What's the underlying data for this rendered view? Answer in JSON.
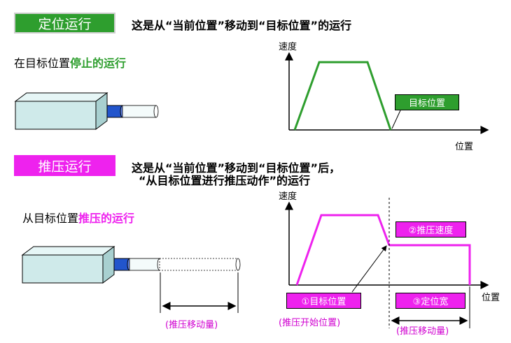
{
  "colors": {
    "green": "#2e9e2e",
    "magenta": "#ee22ee",
    "gray_bg": "#d9d9d9",
    "cylinder": "#cfeaea",
    "rod": "#2255cc"
  },
  "section1": {
    "tag": "定位运行",
    "description": "这是从“当前位置”移动到“目标位置”的运行",
    "subtitle_prefix": "在目标位置",
    "subtitle_highlight": "停止的运行",
    "chart": {
      "y_label": "速度",
      "x_label": "位置",
      "callout": "目标位置"
    }
  },
  "section2": {
    "tag": "推压运行",
    "description_line1": "这是从“当前位置”移动到“目标位置”后，",
    "description_line2": "“从目标位置进行推压动作”的运行",
    "subtitle_prefix": "从目标位置",
    "subtitle_highlight": "推压的运行",
    "push_distance_caption": "(推压移动量)",
    "chart": {
      "y_label": "速度",
      "x_label": "位置",
      "callout_target": "①目标位置",
      "callout_speed": "②推压速度",
      "callout_width": "③定位宽",
      "caption_start": "(推压开始位置)",
      "caption_distance": "(推压移动量)"
    }
  }
}
